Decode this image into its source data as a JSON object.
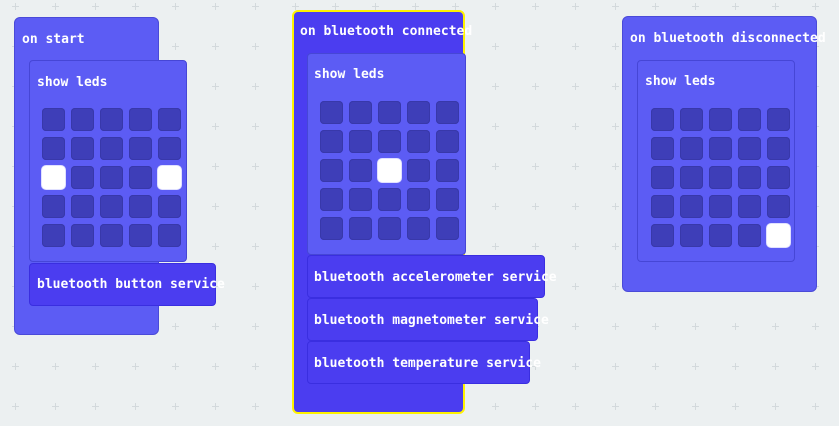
{
  "workspace": {
    "grid_color": "#d3d9dc",
    "background_color": "#ecf0f1"
  },
  "colors": {
    "block": "#5c5cf4",
    "block_dark": "#4b3df0",
    "led_off": "#3e3eb8",
    "led_on": "#ffffff",
    "selected_outline": "#fff200"
  },
  "on_start": {
    "label": "on start",
    "show_leds": {
      "label": "show leds",
      "leds": [
        [
          0,
          0,
          0,
          0,
          0
        ],
        [
          0,
          0,
          0,
          0,
          0
        ],
        [
          1,
          0,
          0,
          0,
          1
        ],
        [
          0,
          0,
          0,
          0,
          0
        ],
        [
          0,
          0,
          0,
          0,
          0
        ]
      ]
    },
    "service": "bluetooth button service"
  },
  "on_connected": {
    "label": "on bluetooth connected",
    "selected": true,
    "show_leds": {
      "label": "show leds",
      "leds": [
        [
          0,
          0,
          0,
          0,
          0
        ],
        [
          0,
          0,
          0,
          0,
          0
        ],
        [
          0,
          0,
          1,
          0,
          0
        ],
        [
          0,
          0,
          0,
          0,
          0
        ],
        [
          0,
          0,
          0,
          0,
          0
        ]
      ]
    },
    "services": [
      "bluetooth accelerometer service",
      "bluetooth magnetometer service",
      "bluetooth temperature service"
    ]
  },
  "on_disconnected": {
    "label": "on bluetooth disconnected",
    "show_leds": {
      "label": "show leds",
      "leds": [
        [
          0,
          0,
          0,
          0,
          0
        ],
        [
          0,
          0,
          0,
          0,
          0
        ],
        [
          0,
          0,
          0,
          0,
          0
        ],
        [
          0,
          0,
          0,
          0,
          0
        ],
        [
          0,
          0,
          0,
          0,
          1
        ]
      ]
    }
  }
}
